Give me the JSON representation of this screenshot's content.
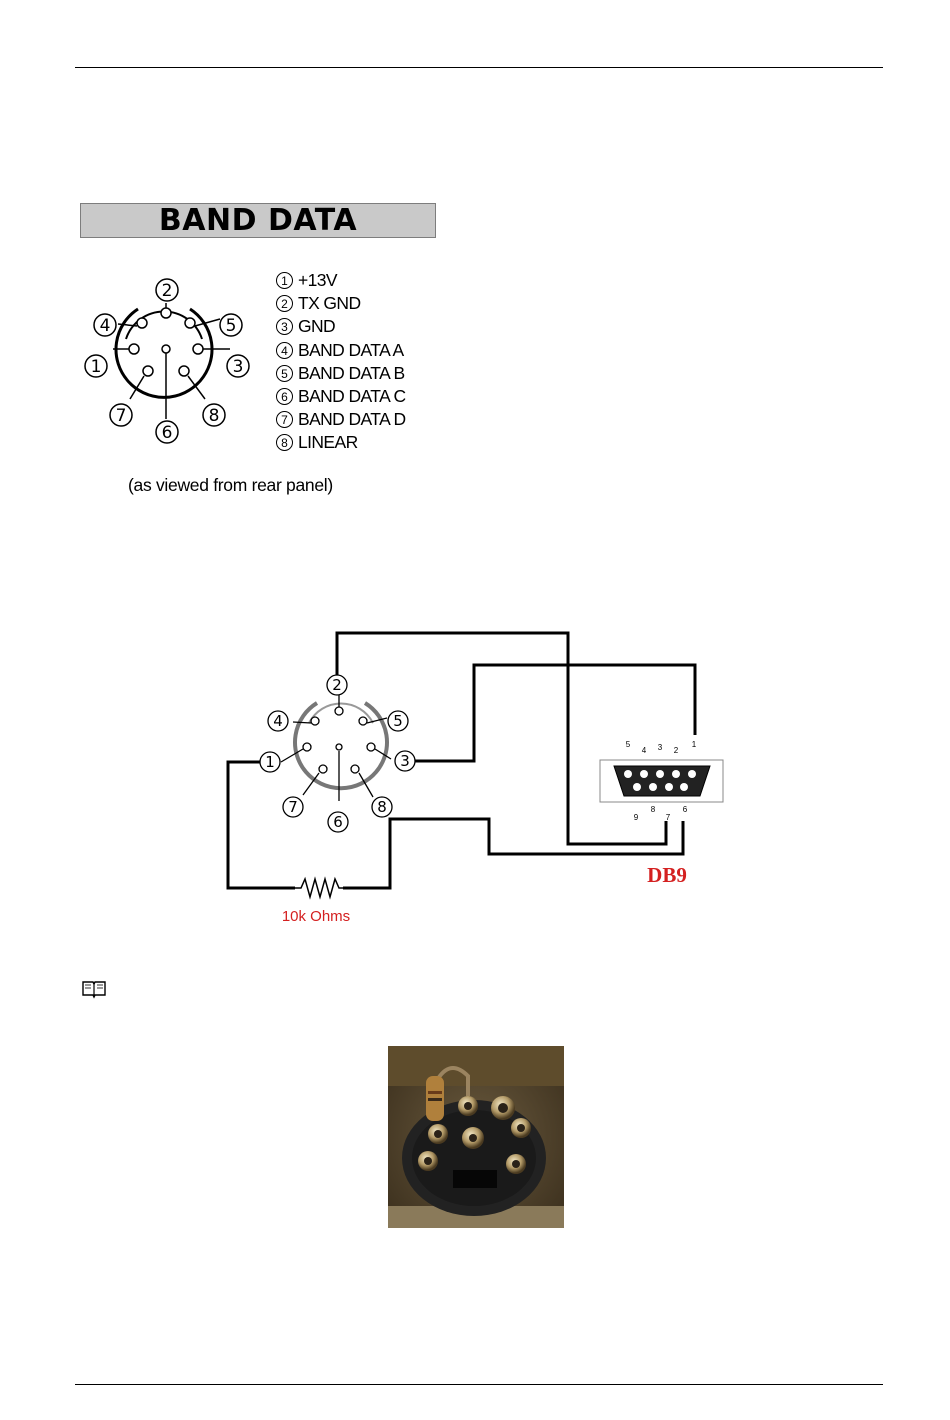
{
  "band_data": {
    "title": "BAND DATA",
    "pins": [
      {
        "num": "1",
        "label": "+13V"
      },
      {
        "num": "2",
        "label": "TX GND"
      },
      {
        "num": "3",
        "label": "GND"
      },
      {
        "num": "4",
        "label": "BAND DATA A"
      },
      {
        "num": "5",
        "label": "BAND DATA B"
      },
      {
        "num": "6",
        "label": "BAND DATA C"
      },
      {
        "num": "7",
        "label": "BAND DATA D"
      },
      {
        "num": "8",
        "label": "LINEAR"
      }
    ],
    "note": "(as  viewed from rear panel)"
  },
  "wiring": {
    "resistor_label": "10k Ohms",
    "db9_label": "DB9",
    "db9_pins_top": [
      "5",
      "4",
      "3",
      "2",
      "1"
    ],
    "db9_pins_bottom": [
      "9",
      "8",
      "7",
      "6"
    ],
    "accent_color": "#d42020"
  },
  "icons": {
    "note_icon": "open-book-icon"
  }
}
